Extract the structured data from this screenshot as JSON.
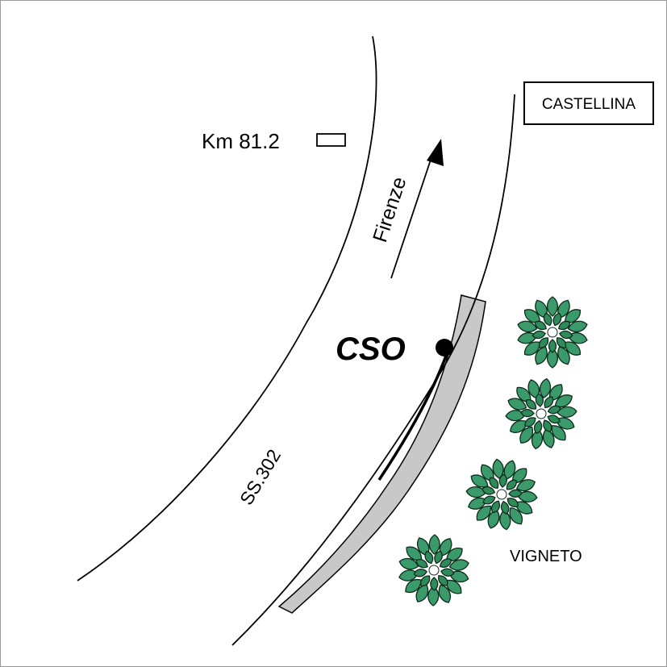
{
  "labels": {
    "km_marker": "Km 81.2",
    "town_sign": "CASTELLINA",
    "direction": "Firenze",
    "station": "CSO",
    "road": "SS.302",
    "vineyard": "VIGNETO"
  },
  "colors": {
    "ink": "#000000",
    "background": "#ffffff",
    "shoulder_fill": "#c8c8c8",
    "foliage_fill": "#3a9a6a",
    "foliage_inner": "#2f8a5a",
    "foliage_edge": "#0d2b1c"
  },
  "icons": {
    "station_point": "filled-circle",
    "direction_arrow": "arrow-up-right",
    "km_marker": "rectangle-marker",
    "tree": "shrub-rosette"
  }
}
